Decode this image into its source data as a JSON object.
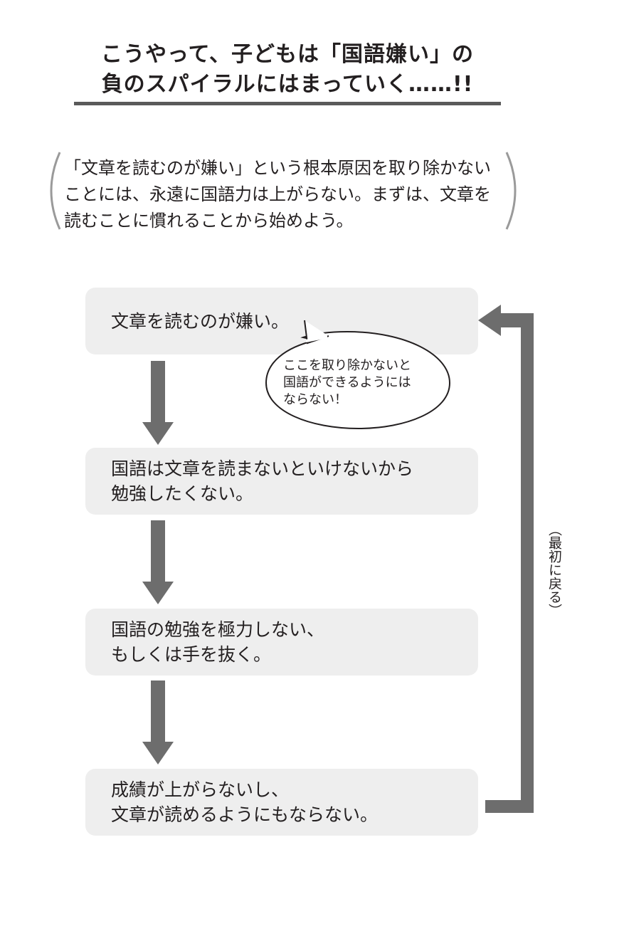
{
  "title": {
    "line1": "こうやって、子どもは「国語嫌い」の",
    "line2": "負のスパイラルにはまっていく……!!"
  },
  "intro": {
    "text": "「文章を読むのが嫌い」という根本原因を取り除かないことには、永遠に国語力は上がらない。まずは、文章を読むことに慣れることから始めよう。"
  },
  "flow": {
    "steps": [
      {
        "text": "文章を読むのが嫌い。"
      },
      {
        "text": "国語は文章を読まないといけないから\n勉強したくない。"
      },
      {
        "text": "国語の勉強を極力しない、\nもしくは手を抜く。"
      },
      {
        "text": "成績が上がらないし、\n文章が読めるようにもならない。"
      }
    ],
    "callout": "ここを取り除かないと\n国語ができるようには\nならない！",
    "loop_label": "（最初に戻る）"
  },
  "colors": {
    "box_fill": "#eeeeee",
    "arrow": "#6d6d6d",
    "rule": "#5a5a5a",
    "paren": "#9a9a9a",
    "text": "#231f20"
  }
}
